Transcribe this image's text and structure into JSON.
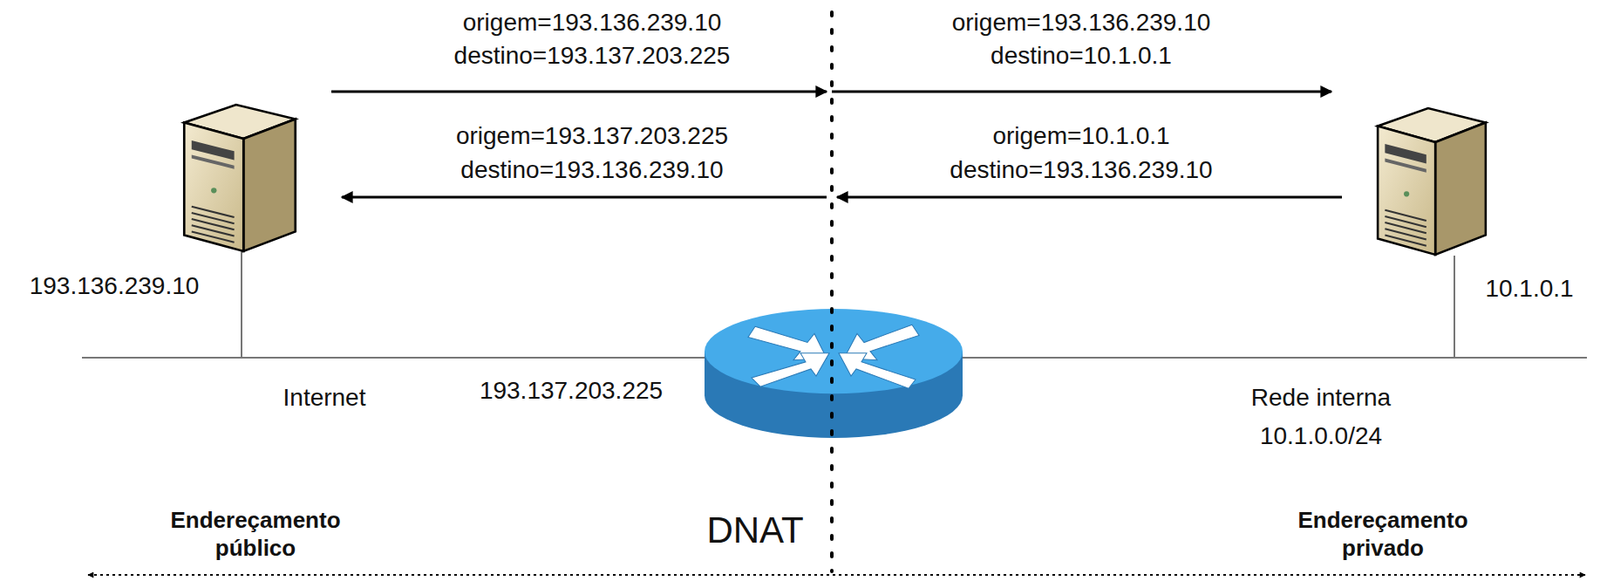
{
  "diagram": {
    "nodes": [
      {
        "text": [
          "193.136.239.10"
        ]
      },
      {
        "text": [
          "193.137.203.225"
        ]
      },
      {
        "text": [
          "10.1.0.1"
        ]
      }
    ],
    "labels": [
      "origem=193.136.239.10",
      "destino=193.137.203.225",
      "origem=193.136.239.10",
      "destino=10.1.0.1",
      "origem=193.137.203.225",
      "destino=193.136.239.10",
      "origem=10.1.0.1",
      "destino=193.136.239.10",
      "Internet",
      "Rede interna",
      "10.1.0.0/24",
      "DNAT",
      "Endereçamento público",
      "Endereçamento privado"
    ]
  }
}
